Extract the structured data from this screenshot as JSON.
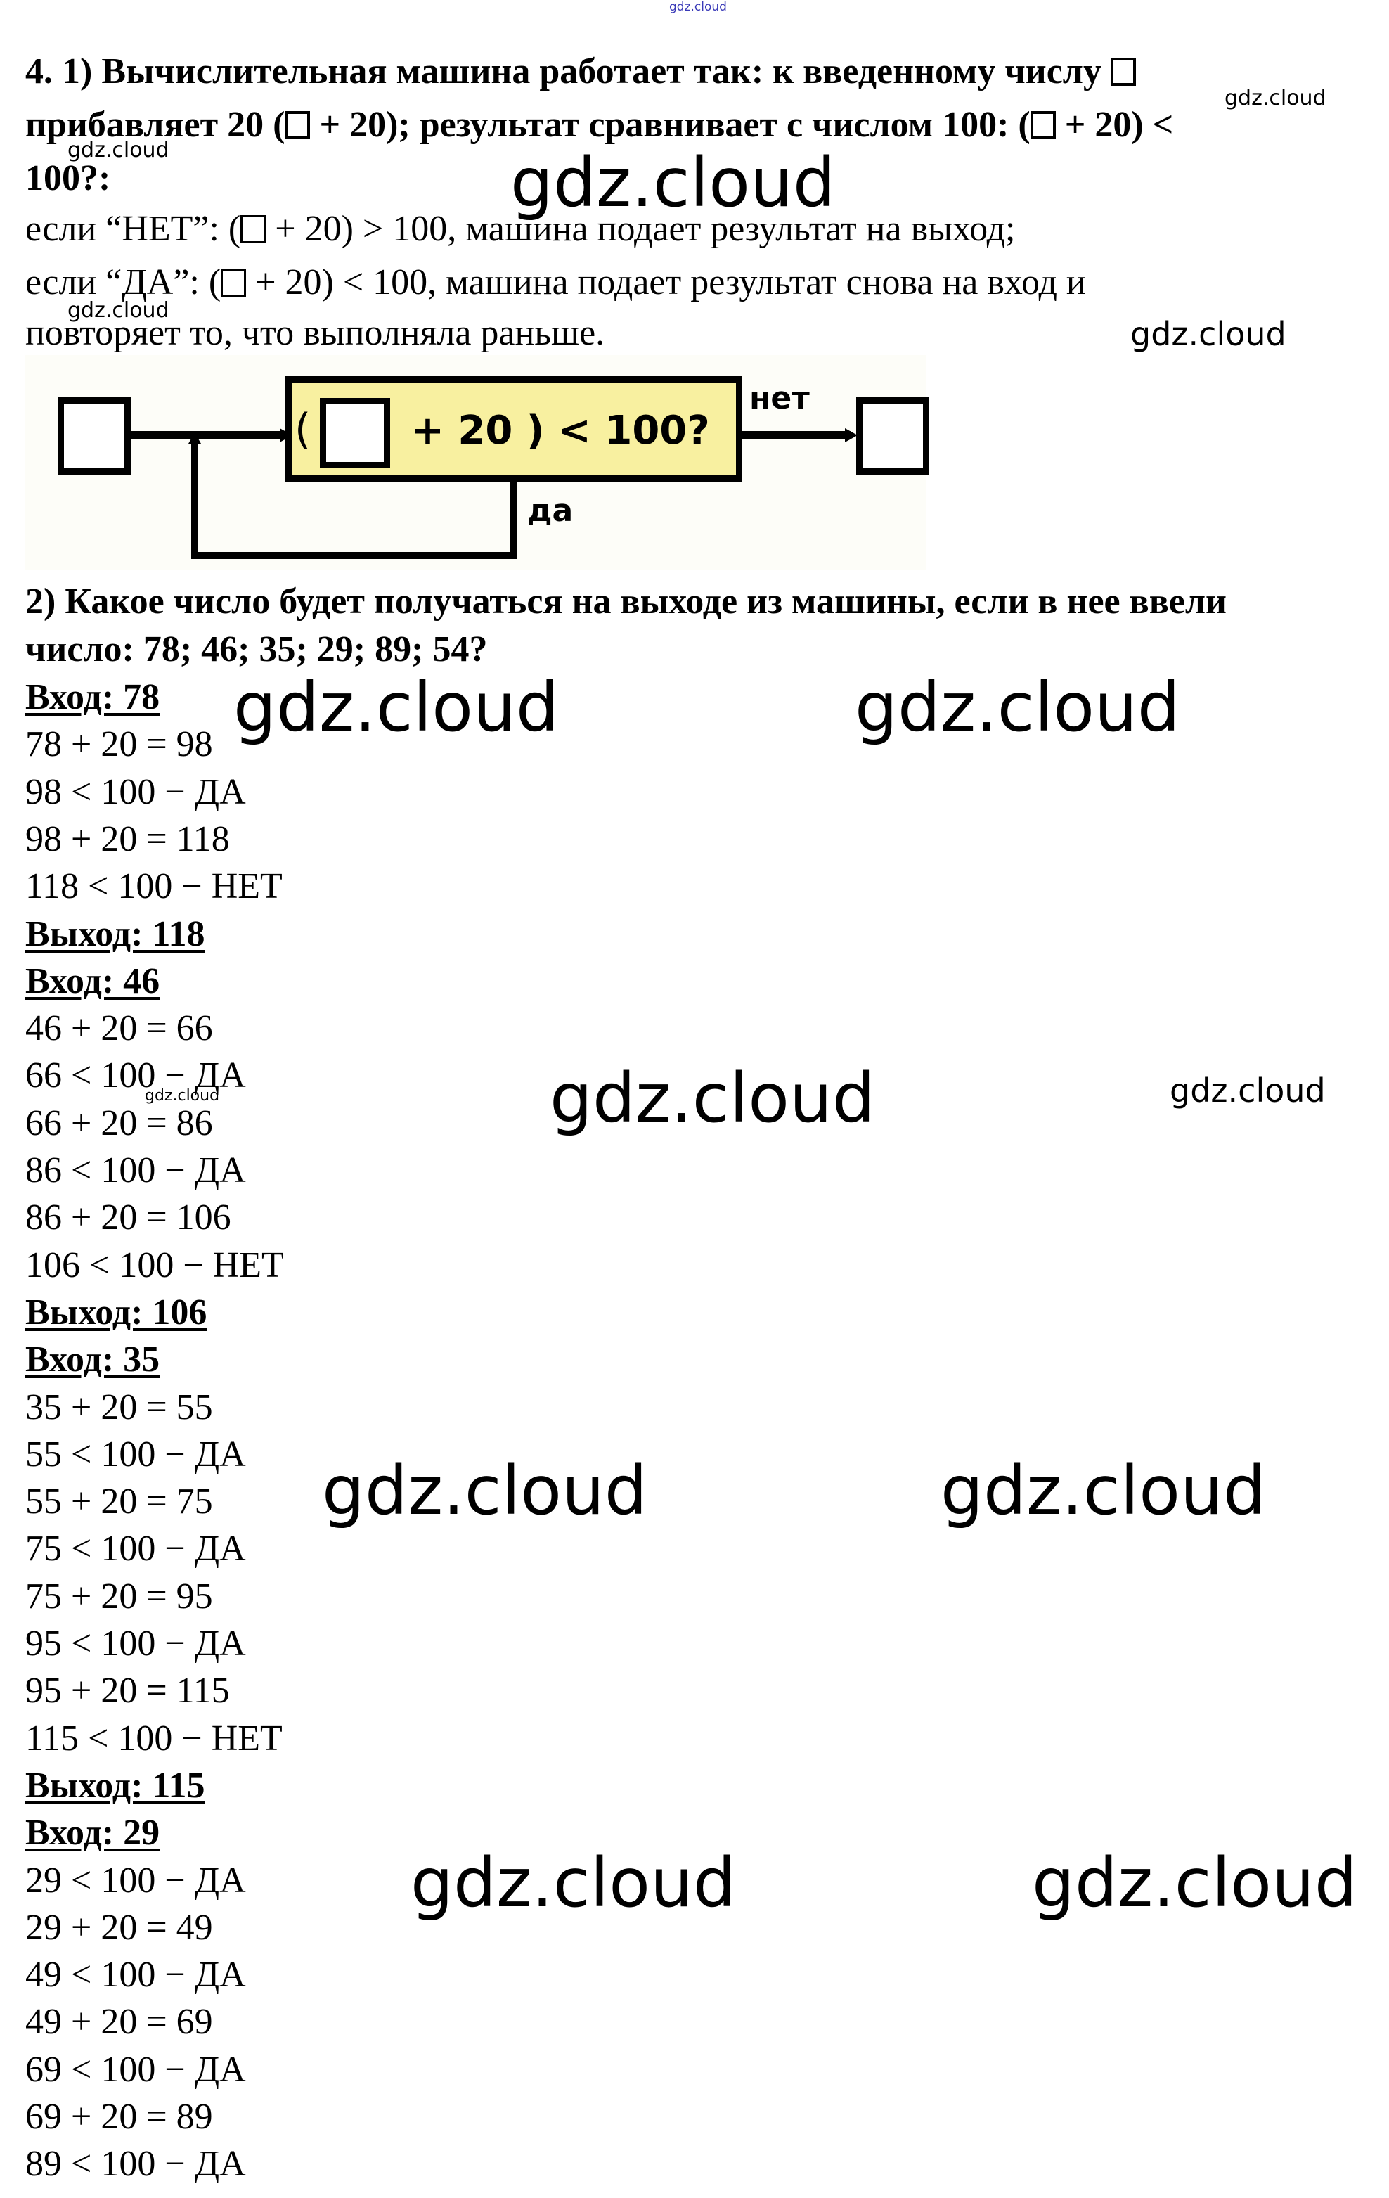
{
  "watermark_top": "gdz.cloud",
  "watermark": "gdz.cloud",
  "task": {
    "heading_line1": "4. 1) Вычислительная машина работает так: к введенному числу",
    "heading_line2_a": "прибавляет 20 (",
    "heading_line2_b": " + 20); результат сравнивает с числом 100: (",
    "heading_line2_c": " + 20) <",
    "heading_line3": "100?:",
    "no_line_a": "если “НЕТ”: (",
    "no_line_b": " + 20) > 100, машина подает результат на выход;",
    "yes_line_a": "если “ДА”: (",
    "yes_line_b": " + 20) < 100, машина подает результат снова на вход и",
    "repeat_line": "повторяет то, что выполняла раньше."
  },
  "diagram": {
    "open_paren": "(",
    "condition": "+ 20 ) < 100?",
    "no_label": "нет",
    "yes_label": "да",
    "box_color": "#f8f0a0"
  },
  "question": {
    "line1": "2) Какое число будет получаться на выходе из машины, если в нее ввели",
    "line2": "число: 78; 46; 35; 29; 89; 54?"
  },
  "solutions": [
    {
      "input": "Вход: 78",
      "steps": [
        "78 + 20 = 98",
        "98 < 100 − ДА",
        "98 + 20 = 118",
        "118 < 100 − НЕТ"
      ],
      "output": "Выход: 118"
    },
    {
      "input": "Вход: 46",
      "steps": [
        "46 + 20 = 66",
        "66 < 100 − ДА",
        "66 + 20 = 86",
        "86 < 100 − ДА",
        "86 + 20 = 106",
        "106 < 100 − НЕТ"
      ],
      "output": "Выход: 106"
    },
    {
      "input": "Вход: 35",
      "steps": [
        "35 + 20 = 55",
        "55 < 100 − ДА",
        "55 + 20 = 75",
        "75 < 100 − ДА",
        "75 + 20 = 95",
        "95 < 100 − ДА",
        "95 + 20 = 115",
        "115 < 100 − НЕТ"
      ],
      "output": "Выход: 115"
    },
    {
      "input": "Вход: 29",
      "steps": [
        "29 < 100 − ДА",
        "29 + 20 = 49",
        "49 < 100 − ДА",
        "49 + 20 = 69",
        "69 < 100 − ДА",
        "69 + 20 = 89",
        "89 < 100 − ДА"
      ]
    }
  ]
}
